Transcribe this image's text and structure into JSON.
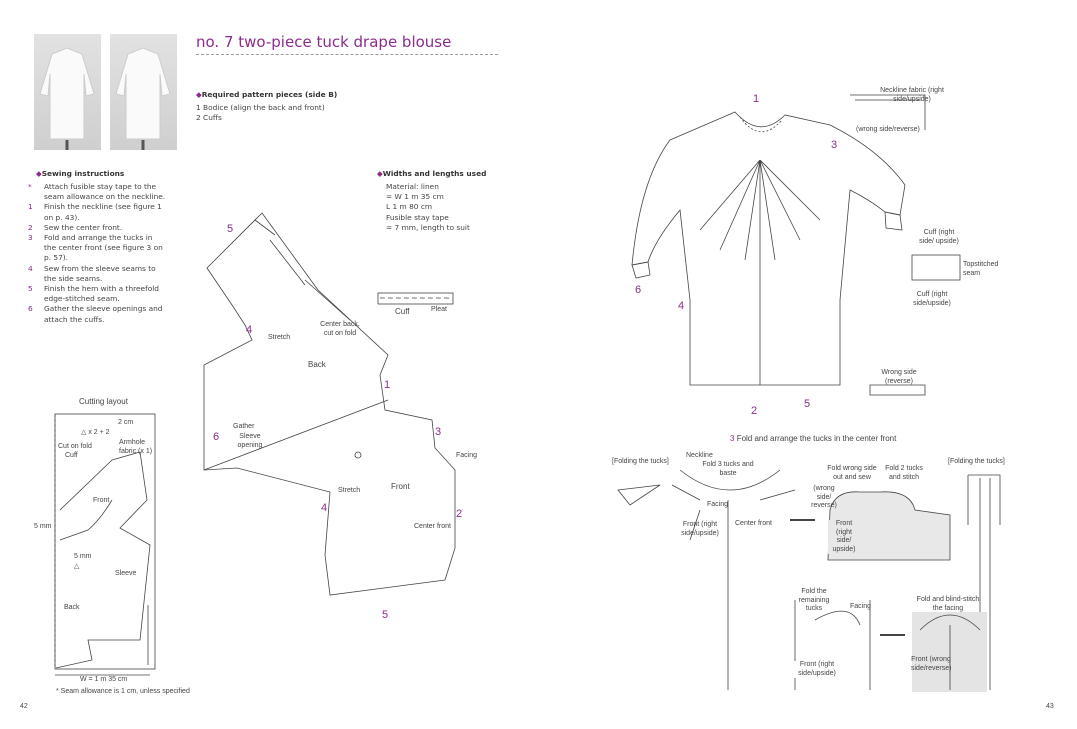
{
  "title": "no. 7  two-piece tuck drape blouse",
  "required": {
    "heading": "Required pattern pieces (side B)",
    "items": [
      "1 Bodice (align the back and front)",
      "2 Cuffs"
    ]
  },
  "sewing": {
    "heading": "Sewing instructions",
    "items": [
      {
        "n": "*",
        "text": "Attach fusible stay tape to the seam allowance on the neckline."
      },
      {
        "n": "1",
        "text": "Finish the neckline (see figure 1 on p. 43)."
      },
      {
        "n": "2",
        "text": "Sew the center front."
      },
      {
        "n": "3",
        "text": "Fold and arrange the tucks in the center front (see figure 3 on p. 57)."
      },
      {
        "n": "4",
        "text": "Sew from the sleeve seams to the side seams."
      },
      {
        "n": "5",
        "text": "Finish the hem with a threefold edge-stitched seam."
      },
      {
        "n": "6",
        "text": "Gather the sleeve openings and attach the cuffs."
      }
    ]
  },
  "widths": {
    "heading": "Widths and lengths used",
    "lines": [
      "Material: linen",
      "= W 1 m 35 cm",
      "L 1 m 80 cm",
      "Fusible stay tape",
      "= 7 mm, length to suit"
    ]
  },
  "pattern": {
    "nums": [
      "5",
      "4",
      "1",
      "3",
      "6",
      "4",
      "2",
      "5"
    ],
    "labels": [
      "Stretch",
      "Center back, cut on fold",
      "Back",
      "Gather",
      "Sleeve opening",
      "Facing",
      "Stretch",
      "Front",
      "Center front",
      "Cuff",
      "Pleat"
    ]
  },
  "cutting": {
    "heading": "Cutting layout",
    "labels": [
      "2 cm",
      "△ x 2 + 2",
      "Cut on fold",
      "Cuff",
      "Armhole fabric (x 1)",
      "Front",
      "5 mm",
      "5 mm",
      "△",
      "Sleeve",
      "Back",
      "W = 1 m 35 cm"
    ],
    "note": "* Seam allowance is 1 cm, unless specified"
  },
  "page_left": "42",
  "page_right": "43",
  "figure": {
    "nums": [
      "1",
      "3",
      "6",
      "4",
      "2",
      "5"
    ],
    "labels": [
      "Neckline fabric (right side/upside)",
      "(wrong side/reverse)",
      "Cuff (right side/ upside)",
      "Topstitched seam",
      "Cuff (right side/upside)",
      "Wrong side (reverse)"
    ]
  },
  "step3": {
    "num": "3",
    "heading": "Fold and arrange the tucks in the center front",
    "labels": [
      "[Folding the tucks]",
      "Neckline",
      "Fold 3 tucks and baste",
      "Facing",
      "Front (right side/upside)",
      "Center front",
      "Fold wrong side out and sew",
      "Fold 2 tucks and stitch",
      "(wrong side/ reverse)",
      "Front (right side/ upside)",
      "[Folding the tucks]",
      "Fold the remaining tucks",
      "Facing",
      "Fold and blind-stitch the facing",
      "Front (right side/upside)",
      "Front (wrong side/reverse)"
    ]
  },
  "colors": {
    "accent": "#8b2c8b"
  }
}
